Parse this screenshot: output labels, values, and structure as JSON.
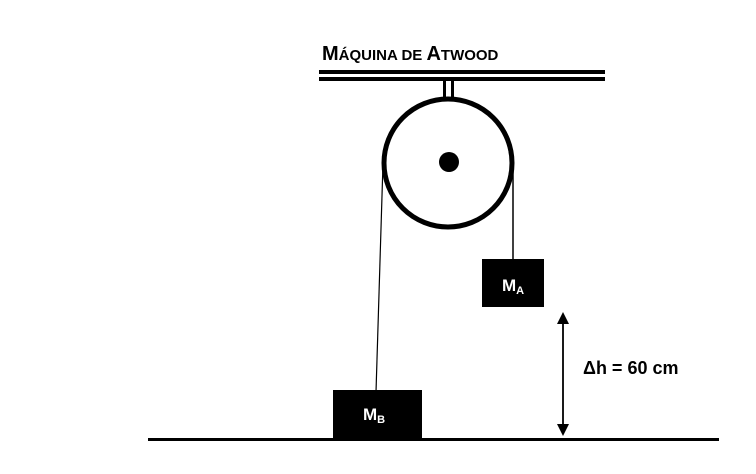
{
  "title": {
    "first_big": "M",
    "first_small": "ÁQUINA DE ",
    "second_big": "A",
    "second_small": "TWOOD"
  },
  "mass_a": {
    "main": "M",
    "subscript": "A"
  },
  "mass_b": {
    "main": "M",
    "subscript": "B"
  },
  "height_label": "Δh = 60 cm",
  "colors": {
    "ink": "#000000",
    "background": "#ffffff",
    "mass_text": "#ffffff"
  }
}
